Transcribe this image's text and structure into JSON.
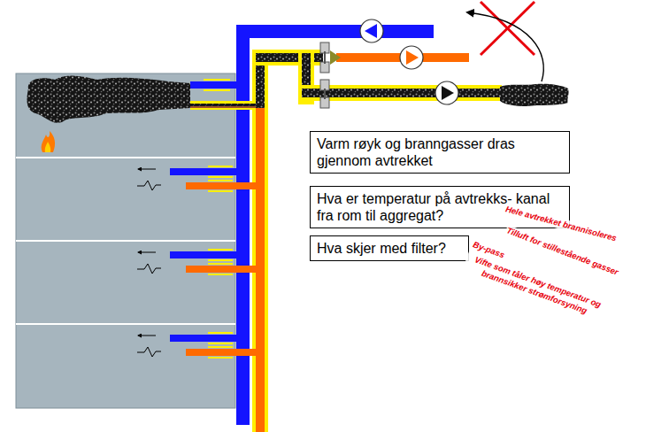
{
  "diagram": {
    "nodes": [
      {
        "text": [
          "Varm røyk og branngasser dras gjennom avtrekket"
        ]
      },
      {
        "text": [
          "Hva er temperatur på avtrekks- kanal fra rom til aggregat?"
        ]
      },
      {
        "text": [
          "Hva skjer med filter?"
        ]
      }
    ],
    "labels": [
      "Hele avtrekket brannisoleres",
      "Tilluft for stillestående gasser",
      "By-pass",
      "Vifte som tåler høy temperatur og brannsikker strømforsyning"
    ]
  }
}
